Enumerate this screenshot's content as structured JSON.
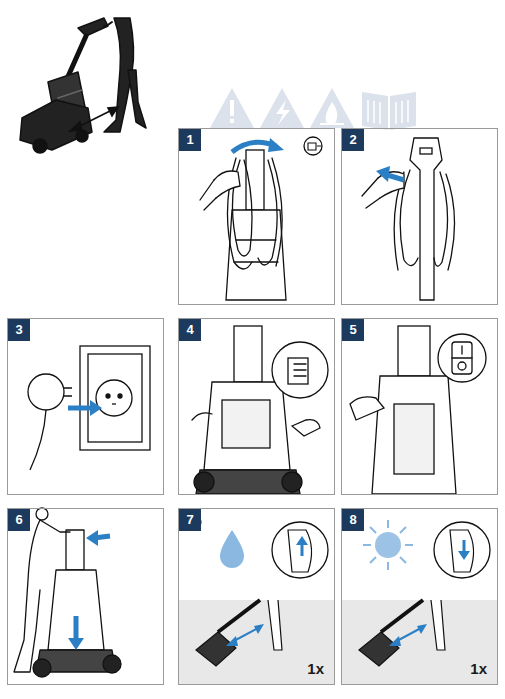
{
  "diagram": {
    "nodes": [
      {
        "text": [
          "1"
        ]
      },
      {
        "text": [
          "2"
        ]
      },
      {
        "text": [
          "3"
        ]
      },
      {
        "text": [
          "4"
        ]
      },
      {
        "text": [
          "5"
        ]
      },
      {
        "text": [
          "6"
        ]
      },
      {
        "text": [
          "7",
          "1x"
        ]
      },
      {
        "text": [
          "8",
          "1x"
        ]
      }
    ]
  }
}
